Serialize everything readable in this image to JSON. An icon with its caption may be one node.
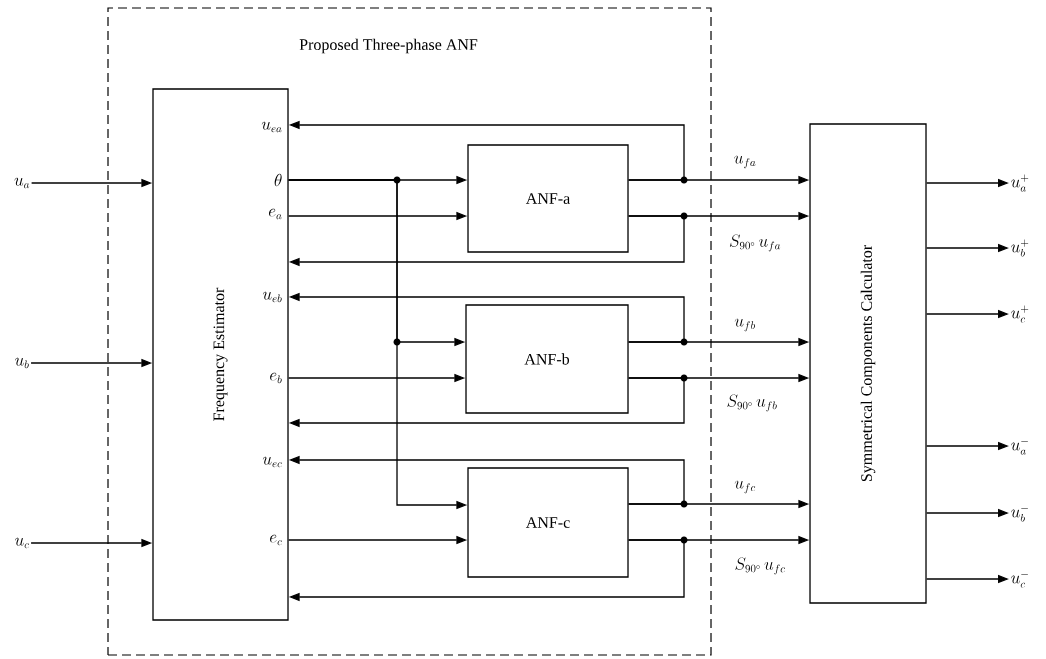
{
  "diagram": {
    "nodes": [
      {
        "text": [
          "Proposed Three-phase ANF"
        ]
      },
      {
        "text": [
          "Frequency Estimator"
        ],
        "in": 0
      },
      {
        "text": [
          "ANF-a"
        ],
        "in": 0
      },
      {
        "text": [
          "ANF-b"
        ],
        "in": 0
      },
      {
        "text": [
          "ANF-c"
        ],
        "in": 0
      },
      {
        "text": [
          "Symmetrical Components Calculator"
        ]
      },
      {
        "text": [
          "u_{a}"
        ]
      },
      {
        "text": [
          "u_{b}"
        ]
      },
      {
        "text": [
          "u_{c}"
        ]
      },
      {
        "text": [
          "u_{a}^{+}"
        ]
      },
      {
        "text": [
          "u_{b}^{+}"
        ]
      },
      {
        "text": [
          "u_{c}^{+}"
        ]
      },
      {
        "text": [
          "u_{a}^{-}"
        ]
      },
      {
        "text": [
          "u_{b}^{-}"
        ]
      },
      {
        "text": [
          "u_{c}^{-}"
        ]
      }
    ],
    "edges": [
      {
        "from": 6,
        "to": 1,
        "arrow": "to"
      },
      {
        "from": 7,
        "to": 1,
        "arrow": "to"
      },
      {
        "from": 8,
        "to": 1,
        "arrow": "to"
      },
      {
        "from": 1,
        "to": 2,
        "arrow": "to"
      },
      {
        "from": 1,
        "to": 2,
        "arrow": "to"
      },
      {
        "from": 1,
        "to": 3,
        "arrow": "to"
      },
      {
        "from": 1,
        "to": 3,
        "arrow": "to"
      },
      {
        "from": 1,
        "to": 4,
        "arrow": "to"
      },
      {
        "from": 1,
        "to": 4,
        "arrow": "to"
      },
      {
        "from": 2,
        "to": 5,
        "arrow": "to",
        "label": "u_{fa}"
      },
      {
        "from": 2,
        "to": 5,
        "arrow": "to",
        "label": "S_{90^\\circ}\\, u_{fa}"
      },
      {
        "from": 3,
        "to": 5,
        "arrow": "to",
        "label": "u_{fb}"
      },
      {
        "from": 3,
        "to": 5,
        "arrow": "to",
        "label": "S_{90^\\circ}\\, u_{fb}"
      },
      {
        "from": 4,
        "to": 5,
        "arrow": "to",
        "label": "u_{fc}"
      },
      {
        "from": 4,
        "to": 5,
        "arrow": "to",
        "label": "S_{90^\\circ}\\, u_{fc}"
      },
      {
        "from": 2,
        "to": 1,
        "arrow": "to"
      },
      {
        "from": 2,
        "to": 1,
        "arrow": "to"
      },
      {
        "from": 3,
        "to": 1,
        "arrow": "to"
      },
      {
        "from": 3,
        "to": 1,
        "arrow": "to"
      },
      {
        "from": 4,
        "to": 1,
        "arrow": "to"
      },
      {
        "from": 4,
        "to": 1,
        "arrow": "to"
      },
      {
        "from": 5,
        "to": 9,
        "arrow": "to"
      },
      {
        "from": 5,
        "to": 10,
        "arrow": "to"
      },
      {
        "from": 5,
        "to": 11,
        "arrow": "to"
      },
      {
        "from": 5,
        "to": 12,
        "arrow": "to"
      },
      {
        "from": 5,
        "to": 13,
        "arrow": "to"
      },
      {
        "from": 5,
        "to": 14,
        "arrow": "to"
      }
    ],
    "labels": [
      "u_{ea}",
      "\\theta",
      "e_{a}",
      "u_{eb}",
      "e_{b}",
      "u_{ec}",
      "e_{c}"
    ]
  }
}
